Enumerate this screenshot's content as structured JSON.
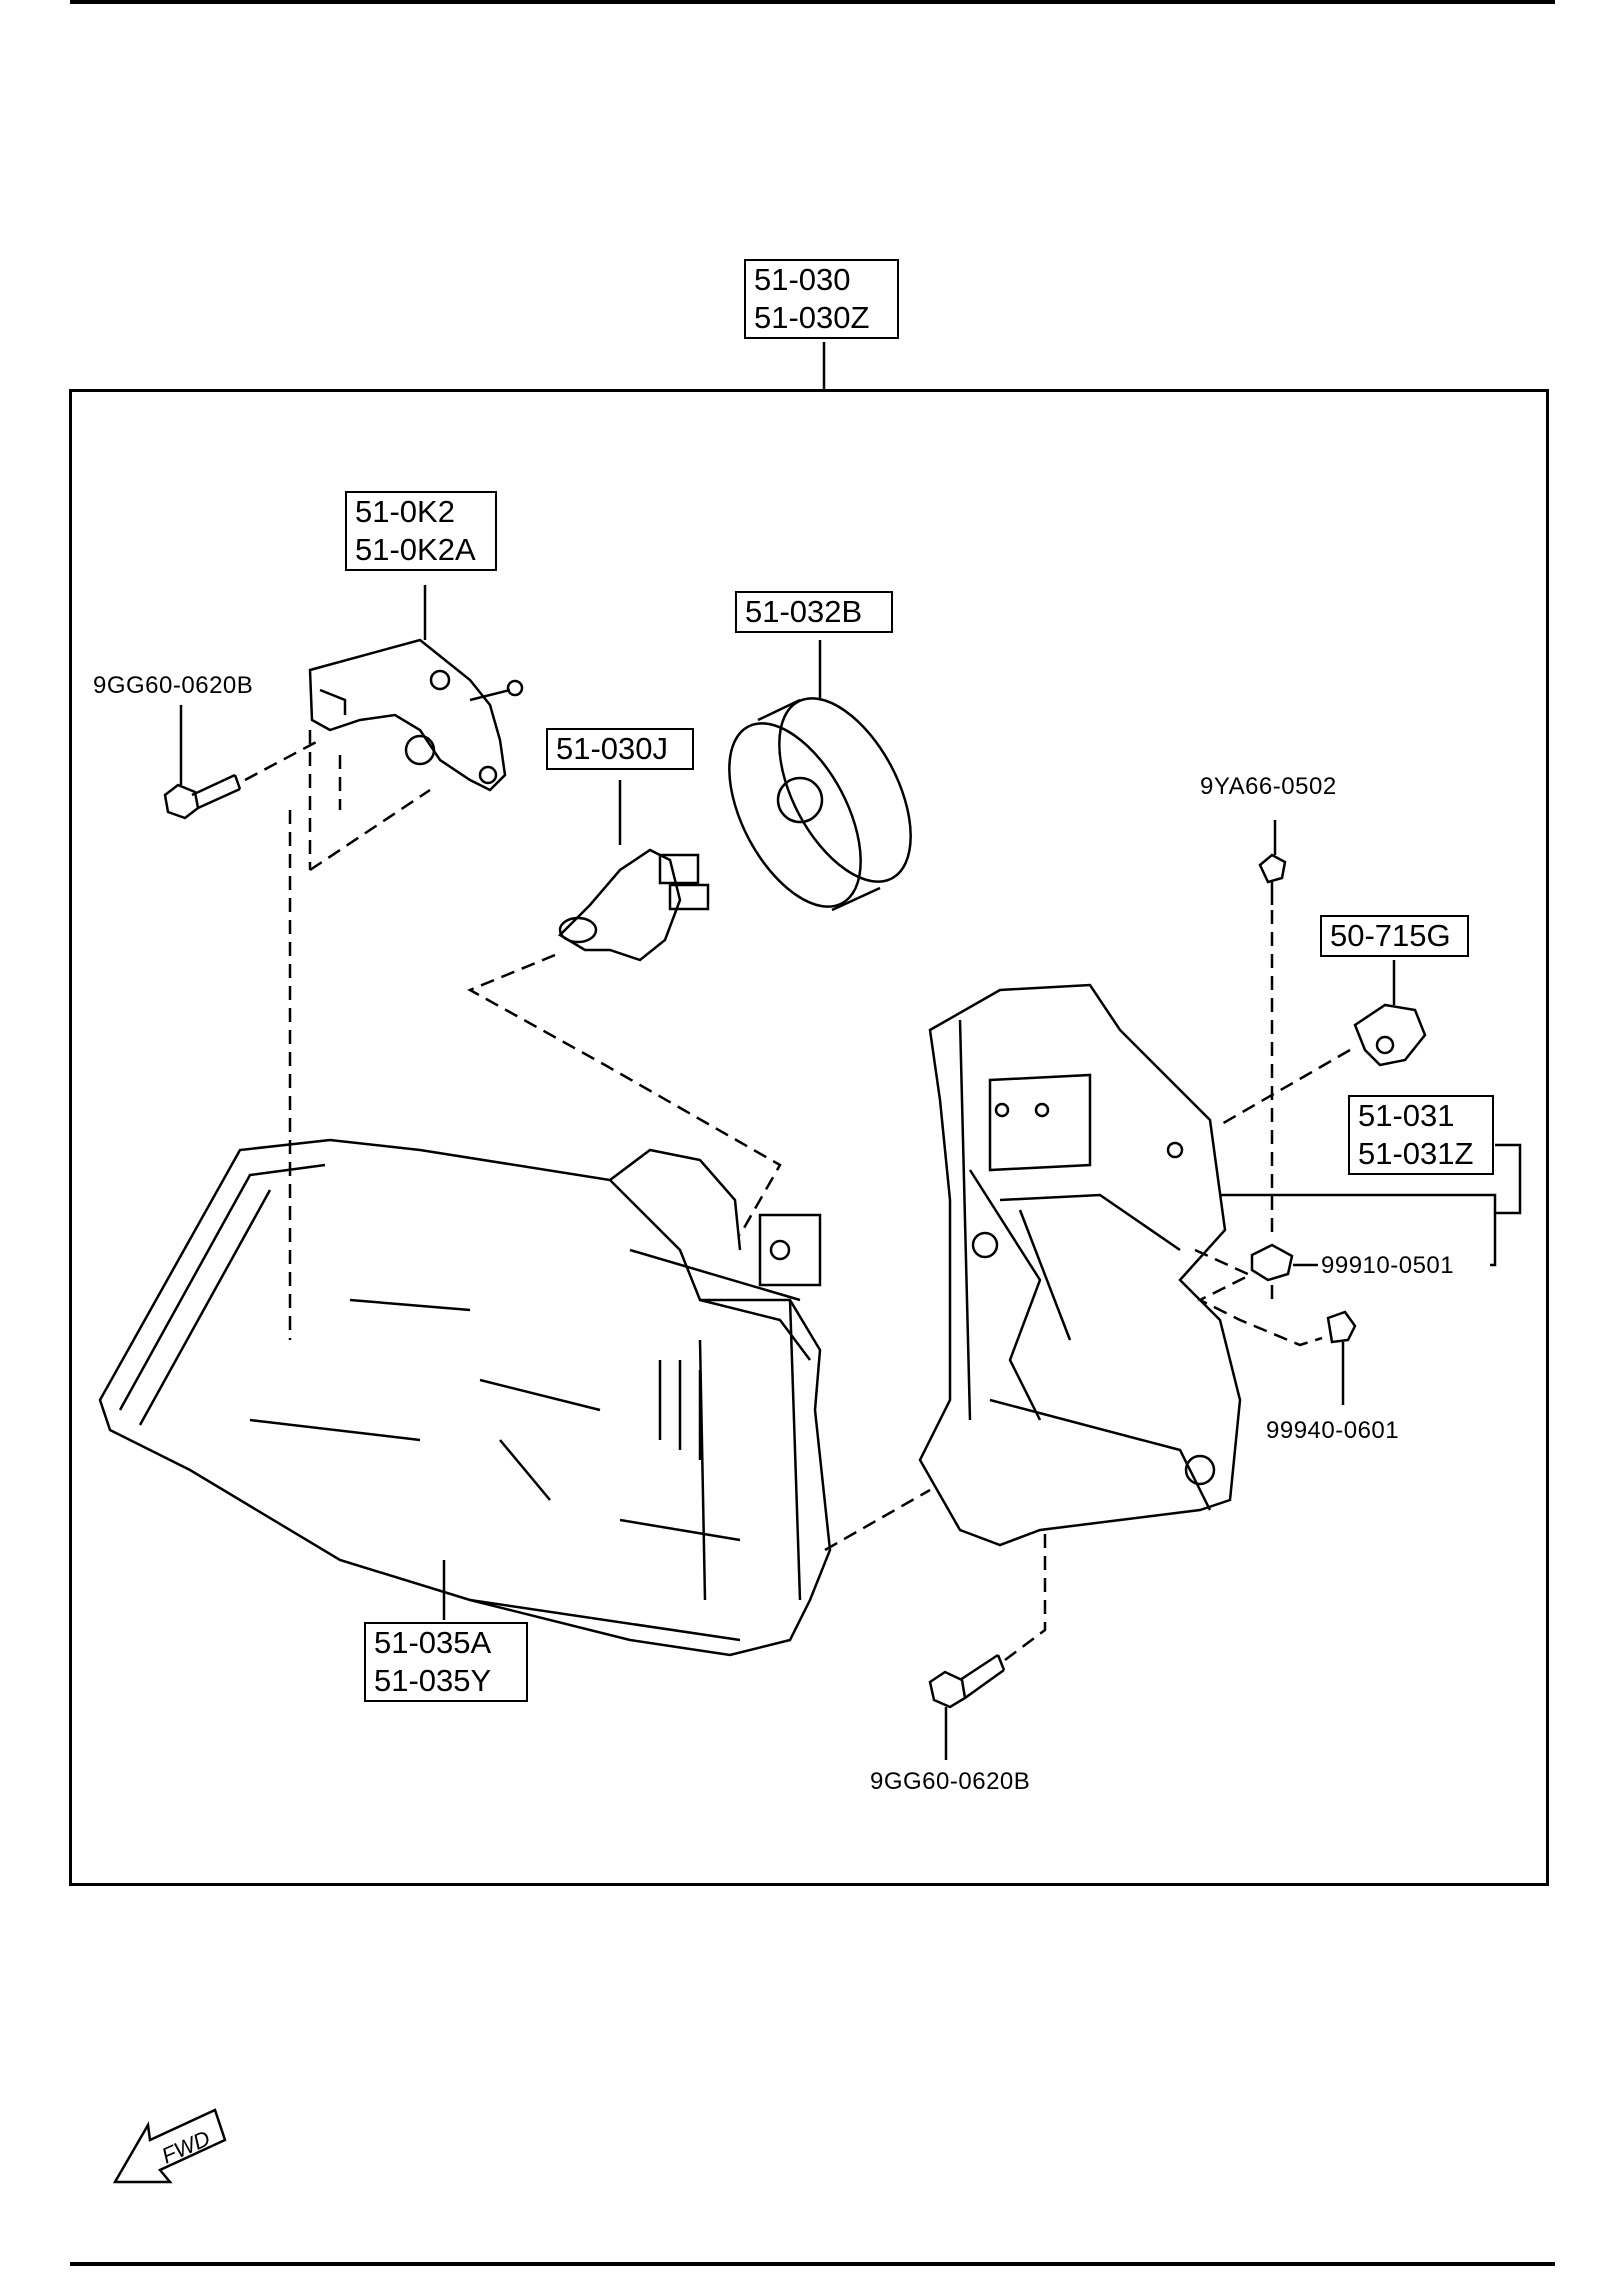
{
  "labels": {
    "assembly": [
      "51-030",
      "51-030Z"
    ],
    "socket": [
      "51-0K2",
      "51-0K2A"
    ],
    "cover": "51-032B",
    "bulb": "51-030J",
    "bolt_top": "9GG60-0620B",
    "screw_top": "9YA66-0502",
    "clip": "50-715G",
    "bracket": [
      "51-031",
      "51-031Z"
    ],
    "nut": "99910-0501",
    "nut2": "99940-0601",
    "housing": [
      "51-035A",
      "51-035Y"
    ],
    "bolt_bottom": "9GG60-0620B"
  },
  "fwd_marker": "FWD"
}
